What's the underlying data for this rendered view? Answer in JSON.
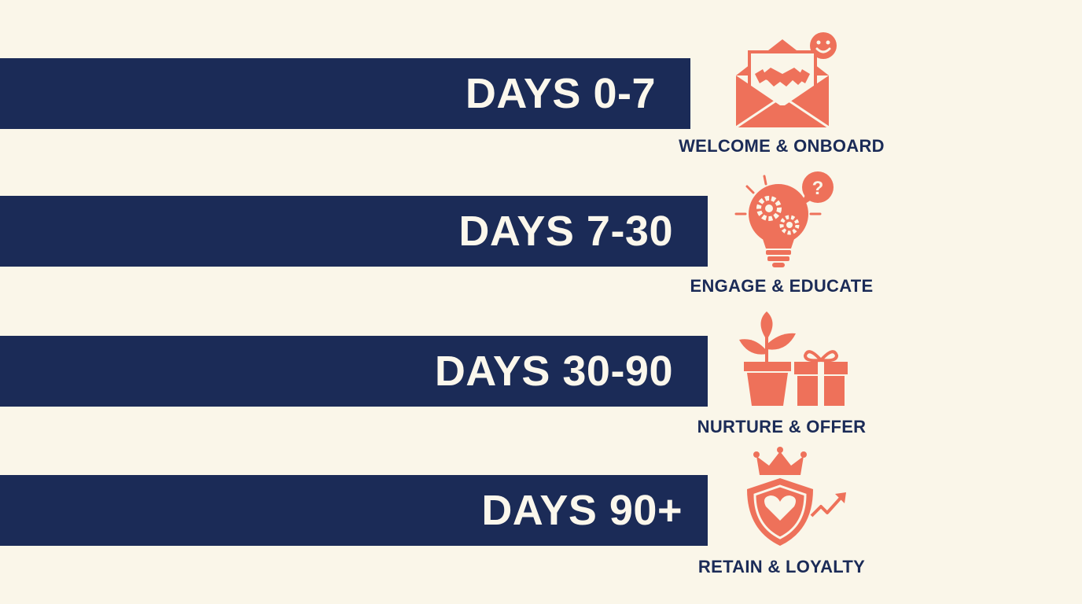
{
  "stages": [
    {
      "days": "DAYS 0-7",
      "caption": "WELCOME & ONBOARD",
      "icon": "handshake-envelope-icon"
    },
    {
      "days": "DAYS 7-30",
      "caption": "ENGAGE & EDUCATE",
      "icon": "lightbulb-gears-icon"
    },
    {
      "days": "DAYS 30-90",
      "caption": "NURTURE & OFFER",
      "icon": "plant-gift-icon"
    },
    {
      "days": "DAYS 90+",
      "caption": "RETAIN & LOYALTY",
      "icon": "crown-shield-heart-icon"
    }
  ],
  "colors": {
    "background": "#faf6e9",
    "band": "#1b2b57",
    "band_text": "#fbf7ec",
    "accent": "#ee715a",
    "caption": "#1b2b57"
  }
}
